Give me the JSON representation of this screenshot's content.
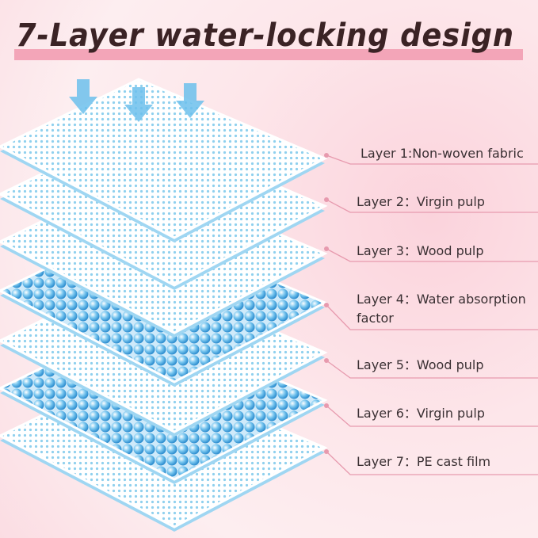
{
  "title": "7-Layer water-locking design",
  "layers": [
    {
      "label": "Layer 1:Non-woven fabric"
    },
    {
      "label": "Layer 2：Virgin pulp"
    },
    {
      "label": "Layer 3：Wood pulp"
    },
    {
      "label": "Layer 4：Water absorption",
      "label2": "factor"
    },
    {
      "label": "Layer 5：Wood pulp"
    },
    {
      "label": "Layer 6：Virgin pulp"
    },
    {
      "label": "Layer 7：PE cast film"
    }
  ],
  "colors": {
    "title": "#3b2325",
    "highlight": "#f3a5b8",
    "leader": "#e79aae",
    "layer_blue": "#5bb8e6"
  }
}
